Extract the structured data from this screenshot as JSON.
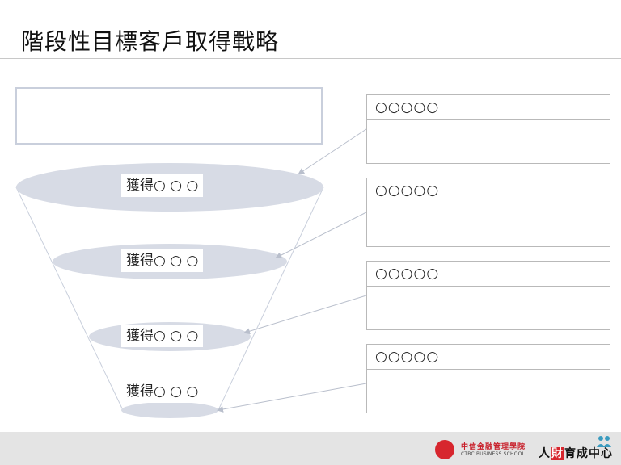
{
  "slide": {
    "title": "階段性目標客戶取得戰略"
  },
  "funnel": {
    "labels": [
      "獲得○ ○ ○",
      "獲得○ ○ ○",
      "獲得○ ○ ○",
      "獲得○ ○ ○"
    ]
  },
  "panels": [
    {
      "heading": "○○○○○"
    },
    {
      "heading": "○○○○○"
    },
    {
      "heading": "○○○○○"
    },
    {
      "heading": "○○○○○"
    }
  ],
  "footer": {
    "school_name_cn": "中信金融管理學院",
    "school_name_en": "CTBC BUSINESS SCHOOL",
    "hr_center_first": "人",
    "hr_center_highlight": "財",
    "hr_center_rest": "育成中心"
  },
  "colors": {
    "ellipse_fill": "#d7dbe5",
    "funnel_line": "#c9cfdc",
    "connector": "#b9bfcc",
    "panel_border": "#b9b9b9",
    "footer_bg": "#e4e4e4",
    "brand_red": "#d7262e"
  }
}
